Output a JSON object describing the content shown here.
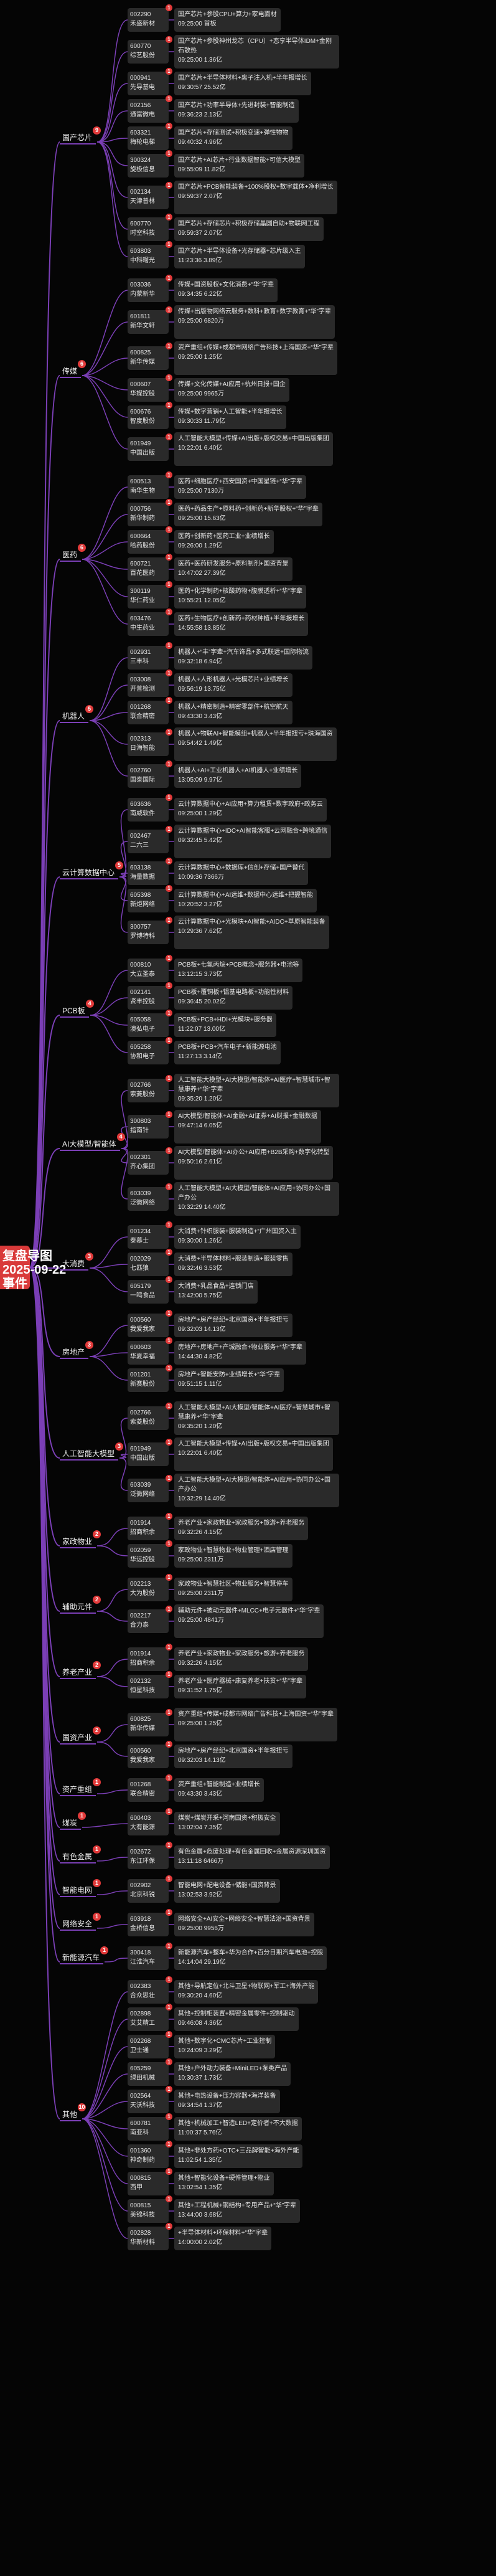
{
  "root": {
    "line1": "复盘导图",
    "line2": "2025-09-22",
    "line3": "事件"
  },
  "categories": [
    {
      "name": "国产芯片",
      "count": "9",
      "stocks": [
        {
          "code": "002290",
          "name": "禾盛新材",
          "tags": "国产芯片+参股CPU+算力+家电面材",
          "time": "09:25:00 首板"
        },
        {
          "code": "600770",
          "name": "综艺股份",
          "tags": "国产芯片+参股神州龙芯（CPU）+恋享半导体IDM+金刚石散热",
          "time": "09:25:00 1.36亿"
        },
        {
          "code": "000941",
          "name": "先导基电",
          "tags": "国产芯片+半导体材料+离子注入机+半年报增长",
          "time": "09:30:57 25.52亿"
        },
        {
          "code": "002156",
          "name": "通富微电",
          "tags": "国产芯片+功率半导体+先进封装+智能制造",
          "time": "09:36:23 2.13亿"
        },
        {
          "code": "603321",
          "name": "梅轮电梯",
          "tags": "国产芯片+存储测试+积极变速+弹性物物",
          "time": "09:40:32 4.96亿"
        },
        {
          "code": "300324",
          "name": "旋极信息",
          "tags": "国产芯片+AI芯片+行业数据智能+可信大模型",
          "time": "09:55:09 11.82亿"
        },
        {
          "code": "002134",
          "name": "天津普林",
          "tags": "国产芯片+PCB智能装备+100%股权+数字载体+净利增长",
          "time": "09:59:37 2.07亿"
        },
        {
          "code": "600770",
          "name": "时空科技",
          "tags": "国产芯片+存储芯片+积极存储晶圆自助+物联网工程",
          "time": "09:59:37 2.07亿"
        },
        {
          "code": "603803",
          "name": "中科曙光",
          "tags": "国产芯片+半导体设备+光存储器+芯片级入主",
          "time": "11:23:36 3.89亿"
        }
      ]
    },
    {
      "name": "传媒",
      "count": "6",
      "stocks": [
        {
          "code": "003036",
          "name": "内蒙新华",
          "tags": "传媒+国资股权+文化消费+“华”字辈",
          "time": "09:34:35 6.22亿"
        },
        {
          "code": "601811",
          "name": "新华文轩",
          "tags": "传媒+出版物网络云服务+数科+教育+数字教育+“华”字辈",
          "time": "09:25:00 6820万"
        },
        {
          "code": "600825",
          "name": "新华传媒",
          "tags": "资产重组+传媒+成都市网络广告科技+上海国资+“华”字辈",
          "time": "09:25:00 1.25亿"
        },
        {
          "code": "000607",
          "name": "华媒控股",
          "tags": "传媒+文化传媒+AI应用+杭州日报+国企",
          "time": "09:25:00 9965万"
        },
        {
          "code": "600676",
          "name": "智度股份",
          "tags": "传媒+数字营销+人工智能+半年报增长",
          "time": "09:30:33 11.79亿"
        },
        {
          "code": "601949",
          "name": "中国出版",
          "tags": "人工智能大模型+传媒+AI出版+版权交易+中国出版集团",
          "time": "10:22:01 6.40亿"
        }
      ]
    },
    {
      "name": "医药",
      "count": "6",
      "stocks": [
        {
          "code": "600513",
          "name": "南华生物",
          "tags": "医药+细胞医疗+西安国资+中国星链+“华”字辈",
          "time": "09:25:00 7130万"
        },
        {
          "code": "000756",
          "name": "新华制药",
          "tags": "医药+药品生产+原料药+创新药+新华股权+“华”字辈",
          "time": "09:25:00 15.63亿"
        },
        {
          "code": "600664",
          "name": "哈药股份",
          "tags": "医药+创新药+医药工业+业绩增长",
          "time": "09:26:00 1.29亿"
        },
        {
          "code": "600721",
          "name": "百花医药",
          "tags": "医药+医药研发服务+原料制剂+国资背景",
          "time": "10:47:02 27.39亿"
        },
        {
          "code": "300119",
          "name": "华仁药业",
          "tags": "医药+化学制药+核酸药物+腹膜透析+“华”字辈",
          "time": "10:55:21 12.05亿"
        },
        {
          "code": "603476",
          "name": "中生药业",
          "tags": "医药+生物医疗+创新药+药材种植+半年报增长",
          "time": "14:55:58 13.85亿"
        }
      ]
    },
    {
      "name": "机器人",
      "count": "5",
      "stocks": [
        {
          "code": "002931",
          "name": "三丰科",
          "tags": "机器人+“丰”字辈+汽车饰品+多式联运+国际物流",
          "time": "09:32:18 6.94亿"
        },
        {
          "code": "003008",
          "name": "开普检测",
          "tags": "机器人+人形机器人+光模芯片+业绩增长",
          "time": "09:56:19 13.75亿"
        },
        {
          "code": "001268",
          "name": "联合精密",
          "tags": "机器人+精密制造+精密零部件+航空航天",
          "time": "09:43:30 3.43亿"
        },
        {
          "code": "002313",
          "name": "日海智能",
          "tags": "机器人+物联AI+智能模组+机器人+半年报扭亏+珠海国资",
          "time": "09:54:42 1.49亿"
        },
        {
          "code": "002760",
          "name": "国泰国际",
          "tags": "机器人+AI+工业机器人+AI机器人+业绩增长",
          "time": "13:05:09 9.97亿"
        }
      ]
    },
    {
      "name": "云计算数据中心",
      "count": "5",
      "stocks": [
        {
          "code": "603636",
          "name": "南威软件",
          "tags": "云计算数据中心+AI应用+算力租赁+数字政府+政务云",
          "time": "09:25:00 1.29亿"
        },
        {
          "code": "002467",
          "name": "二六三",
          "tags": "云计算数据中心+IDC+AI智能客服+云网融合+跨境通信",
          "time": "09:32:45 5.42亿"
        },
        {
          "code": "603138",
          "name": "海量数据",
          "tags": "云计算数据中心+数据库+信创+存储+国产替代",
          "time": "10:09:36 7366万"
        },
        {
          "code": "605398",
          "name": "新炬网络",
          "tags": "云计算数据中心+AI运维+数据中心运维+把握智能",
          "time": "10:20:52 3.27亿"
        },
        {
          "code": "300757",
          "name": "罗博特科",
          "tags": "云计算数据中心+光模块+AI智能+AIDC+草原智能装备",
          "time": "10:29:36 7.62亿"
        }
      ]
    },
    {
      "name": "PCB板",
      "count": "4",
      "stocks": [
        {
          "code": "000810",
          "name": "大立圣泰",
          "tags": "PCB板+七氟丙烷+PCB概念+服务器+电池等",
          "time": "13:12:15 3.73亿"
        },
        {
          "code": "002141",
          "name": "贤丰控股",
          "tags": "PCB板+覆铜板+铝基电路板+功能性材料",
          "time": "09:36:45 20.02亿"
        },
        {
          "code": "605058",
          "name": "澳弘电子",
          "tags": "PCB板+PCB+HDI+光模块+服务器",
          "time": "11:22:07 13.00亿"
        },
        {
          "code": "605258",
          "name": "协和电子",
          "tags": "PCB板+PCB+汽车电子+新能源电池",
          "time": "11:27:13 3.14亿"
        }
      ]
    },
    {
      "name": "AI大模型/智能体",
      "count": "4",
      "stocks": [
        {
          "code": "002766",
          "name": "索菱股份",
          "tags": "人工智能大模型+AI大模型/智能体+AI医疗+智慧城市+智慧康养+“华”字辈",
          "time": "09:35:20 1.20亿"
        },
        {
          "code": "300803",
          "name": "指南针",
          "tags": "AI大模型/智能体+AI金融+AI证券+AI财报+金融数据",
          "time": "09:47:14 6.05亿"
        },
        {
          "code": "002301",
          "name": "齐心集团",
          "tags": "AI大模型/智能体+AI办公+AI应用+B2B采购+数字化转型",
          "time": "09:50:16 2.61亿"
        },
        {
          "code": "603039",
          "name": "泛微网络",
          "tags": "人工智能大模型+AI大模型/智能体+AI应用+协同办公+国产办公",
          "time": "10:32:29 14.40亿"
        }
      ]
    },
    {
      "name": "大消费",
      "count": "3",
      "stocks": [
        {
          "code": "001234",
          "name": "泰慕士",
          "tags": "大消费+针织服装+服装制造+“广州国资入主",
          "time": "09:30:00 1.26亿"
        },
        {
          "code": "002029",
          "name": "七匹狼",
          "tags": "大消费+半导体材料+服装制造+服装零售",
          "time": "09:32:46 3.53亿"
        },
        {
          "code": "605179",
          "name": "一鸣食品",
          "tags": "大消费+乳品食品+连锁门店",
          "time": "13:42:00 5.75亿"
        }
      ]
    },
    {
      "name": "房地产",
      "count": "3",
      "stocks": [
        {
          "code": "000560",
          "name": "我爱我家",
          "tags": "房地产+房产经纪+北京国资+半年报扭亏",
          "time": "09:32:03 14.13亿"
        },
        {
          "code": "600603",
          "name": "华夏幸福",
          "tags": "房地产+房地产+产城融合+物业服务+“华”字辈",
          "time": "14:44:30 4.82亿"
        },
        {
          "code": "001201",
          "name": "新赛股份",
          "tags": "房地产+智能安防+业绩增长+“华”字辈",
          "time": "09:51:15 1.11亿"
        }
      ]
    },
    {
      "name": "人工智能大模型",
      "count": "3",
      "stocks": [
        {
          "code": "002766",
          "name": "索菱股份",
          "tags": "人工智能大模型+AI大模型/智能体+AI医疗+智慧城市+智慧康养+“华”字辈",
          "time": "09:35:20 1.20亿"
        },
        {
          "code": "601949",
          "name": "中国出版",
          "tags": "人工智能大模型+传媒+AI出版+版权交易+中国出版集团",
          "time": "10:22:01 6.40亿"
        },
        {
          "code": "603039",
          "name": "泛微网络",
          "tags": "人工智能大模型+AI大模型/智能体+AI应用+协同办公+国产办公",
          "time": "10:32:29 14.40亿"
        }
      ]
    },
    {
      "name": "家政物业",
      "count": "2",
      "stocks": [
        {
          "code": "001914",
          "name": "招商积余",
          "tags": "养老产业+家政物业+家政服务+旅游+养老服务",
          "time": "09:32:26 4.15亿"
        },
        {
          "code": "002059",
          "name": "华远控股",
          "tags": "家政物业+智慧物业+物业管理+酒店管理",
          "time": "09:25:00 2311万"
        }
      ]
    },
    {
      "name": "辅助元件",
      "count": "2",
      "stocks": [
        {
          "code": "002213",
          "name": "大为股份",
          "tags": "家政物业+智慧社区+物业服务+智慧停车",
          "time": "09:25:00 2311万"
        },
        {
          "code": "002217",
          "name": "合力泰",
          "tags": "辅助元件+被动元器件+MLCC+电子元器件+“华”字辈",
          "time": "09:25:00 4841万"
        }
      ]
    },
    {
      "name": "养老产业",
      "count": "2",
      "stocks": [
        {
          "code": "001914",
          "name": "招商积余",
          "tags": "养老产业+家政物业+家政服务+旅游+养老服务",
          "time": "09:32:26 4.15亿"
        },
        {
          "code": "002132",
          "name": "恒星科技",
          "tags": "养老产业+医疗器械+康复养老+扶贫+“华”字辈",
          "time": "09:31:52 1.75亿"
        }
      ]
    },
    {
      "name": "国资产业",
      "count": "2",
      "stocks": [
        {
          "code": "600825",
          "name": "新华传媒",
          "tags": "资产重组+传媒+成都市网络广告科技+上海国资+“华”字辈",
          "time": "09:25:00 1.25亿"
        },
        {
          "code": "000560",
          "name": "我爱我家",
          "tags": "房地产+房产经纪+北京国资+半年报扭亏",
          "time": "09:32:03 14.13亿"
        }
      ]
    },
    {
      "name": "资产重组",
      "count": "1",
      "stocks": [
        {
          "code": "001268",
          "name": "联合精密",
          "tags": "资产重组+智能制造+业绩增长",
          "time": "09:43:30 3.43亿"
        }
      ]
    },
    {
      "name": "煤炭",
      "count": "1",
      "stocks": [
        {
          "code": "600403",
          "name": "大有能源",
          "tags": "煤炭+煤炭开采+河南国资+积极安全",
          "time": "13:02:04 7.35亿"
        }
      ]
    },
    {
      "name": "有色金属",
      "count": "1",
      "stocks": [
        {
          "code": "002672",
          "name": "东江环保",
          "tags": "有色金属+危废处理+有色金属回收+金属资源深圳国资",
          "time": "13:11:18 6466万"
        }
      ]
    },
    {
      "name": "智能电网",
      "count": "1",
      "stocks": [
        {
          "code": "002902",
          "name": "北京科锐",
          "tags": "智能电网+配电设备+储能+国资背景",
          "time": "13:02:53 3.92亿"
        }
      ]
    },
    {
      "name": "网络安全",
      "count": "1",
      "stocks": [
        {
          "code": "603918",
          "name": "金桥信息",
          "tags": "网络安全+AI安全+网络安全+智慧法治+国资背景",
          "time": "09:25:00 9956万"
        }
      ]
    },
    {
      "name": "新能源汽车",
      "count": "1",
      "stocks": [
        {
          "code": "300418",
          "name": "江淮汽车",
          "tags": "新能源汽车+整车+华为合作+百分日期汽车电池+控股",
          "time": "14:14:04 29.19亿"
        }
      ]
    },
    {
      "name": "其他",
      "count": "10",
      "stocks": [
        {
          "code": "002383",
          "name": "合众思壮",
          "tags": "其他+导航定位+北斗卫星+物联网+军工+海外产能",
          "time": "09:30:20 4.60亿"
        },
        {
          "code": "002898",
          "name": "艾艾精工",
          "tags": "其他+控制柜装置+精密金属零件+控制驱动",
          "time": "09:46:08 4.36亿"
        },
        {
          "code": "002268",
          "name": "卫士通",
          "tags": "其他+数字化+CMC芯片+工业控制",
          "time": "10:24:09 3.29亿"
        },
        {
          "code": "605259",
          "name": "绿田机械",
          "tags": "其他+户外动力装备+MiniLED+泵类产品",
          "time": "10:30:37 1.73亿"
        },
        {
          "code": "002564",
          "name": "天沃科技",
          "tags": "其他+电热设备+压力容器+海洋装备",
          "time": "09:34:54 1.37亿"
        },
        {
          "code": "600781",
          "name": "南亚科",
          "tags": "其他+机械加工+智造LED+定价者+不大数据",
          "time": "11:00:37 5.76亿"
        },
        {
          "code": "001360",
          "name": "神奇制药",
          "tags": "其他+非处方药+OTC+三品牌智能+海外产能",
          "time": "11:02:54 1.35亿"
        },
        {
          "code": "000815",
          "name": "西甲",
          "tags": "其他+智能化设备+硬件管理+物业",
          "time": "13:02:54 1.35亿"
        },
        {
          "code": "000815",
          "name": "美锦科技",
          "tags": "其他+工程机械+钢结构+专用产品+“华”字辈",
          "time": "13:44:00 3.68亿"
        },
        {
          "code": "002828",
          "name": "华新材料",
          "tags": "+半导体材料+环保材料+“华”字辈",
          "time": "14:00:00 2.02亿"
        }
      ]
    }
  ],
  "colors": {
    "branch": "#7b3fb6",
    "root": "#d93a3a",
    "badge": "#e23a3a",
    "card": "#2a2a2a"
  }
}
